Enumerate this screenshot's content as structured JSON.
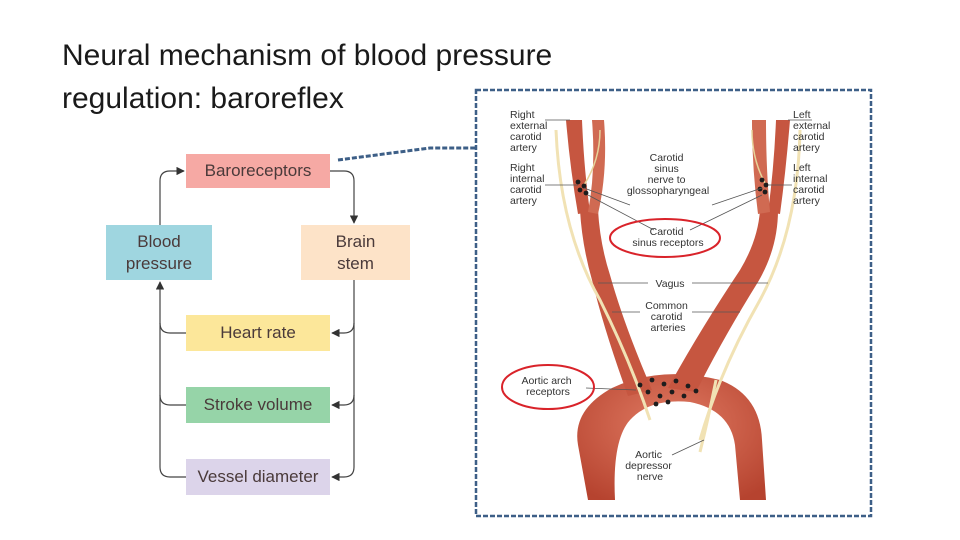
{
  "title": {
    "line1": "Neural mechanism of blood pressure",
    "line2": "regulation: baroreflex"
  },
  "flow": {
    "baroreceptors": "Baroreceptors",
    "blood_pressure": [
      "Blood",
      "pressure"
    ],
    "brain_stem": [
      "Brain",
      "stem"
    ],
    "heart_rate": "Heart rate",
    "stroke_volume": "Stroke volume",
    "vessel_diameter": "Vessel diameter"
  },
  "anatomy": {
    "right_external": [
      "Right",
      "external",
      "carotid",
      "artery"
    ],
    "right_internal": [
      "Right",
      "internal",
      "carotid",
      "artery"
    ],
    "left_external": [
      "Left",
      "external",
      "carotid",
      "artery"
    ],
    "left_internal": [
      "Left",
      "internal",
      "carotid",
      "artery"
    ],
    "carotid_sinus_nerve": [
      "Carotid",
      "sinus",
      "nerve to",
      "glossopharyngeal"
    ],
    "carotid_sinus_receptors": [
      "Carotid",
      "sinus receptors"
    ],
    "vagus": "Vagus",
    "common_carotid": [
      "Common",
      "carotid",
      "arteries"
    ],
    "aortic_arch_receptors": [
      "Aortic arch",
      "receptors"
    ],
    "aortic_depressor_nerve": [
      "Aortic",
      "depressor",
      "nerve"
    ]
  },
  "colors": {
    "baroreceptors_box": "#f6a9a4",
    "blood_pressure_box": "#9fd6e0",
    "brain_stem_box": "#fde3c8",
    "heart_rate_box": "#fce79a",
    "stroke_volume_box": "#96d4a8",
    "vessel_diameter_box": "#dcd4ea",
    "artery": "#c8553f",
    "highlight_ellipse": "#d9232a",
    "callout_dash": "#3d5f87"
  }
}
